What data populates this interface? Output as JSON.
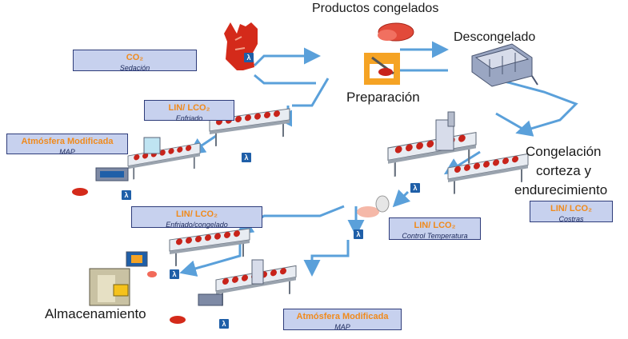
{
  "labels": {
    "productos": "Productos congelados",
    "descongelado": "Descongelado",
    "preparacion": "Preparación",
    "congelacion_1": "Congelación",
    "congelacion_2": "corteza y",
    "congelacion_3": "endurecimiento",
    "almacenamiento": "Almacenamiento"
  },
  "boxes": {
    "co2": {
      "title": "CO₂",
      "sub": "Sedación"
    },
    "lin_enfriado": {
      "title": "LIN/ LCO₂",
      "sub": "Enfriado"
    },
    "atm1": {
      "title": "Atmósfera Modificada",
      "sub": "MAP"
    },
    "lin_congelado": {
      "title": "LIN/ LCO₂",
      "sub": "Enfriado/congelado"
    },
    "lin_costras": {
      "title": "LIN/ LCO₂",
      "sub": "Costras"
    },
    "lin_control": {
      "title": "LIN/ LCO₂",
      "sub": "Control Temperatura"
    },
    "atm2": {
      "title": "Atmósfera Modificada",
      "sub": "MAP"
    }
  },
  "colors": {
    "arrow": "#5aa0da",
    "box_fill": "#c7d1ee",
    "box_title": "#f08a1c",
    "box_sub": "#1d2a5c",
    "meat": "#d42a1a"
  },
  "icons": [
    "liquid-gas-badge-icon",
    "cow-icon",
    "steak-icon",
    "knife-icon",
    "conveyor-icon",
    "tunnel-icon",
    "freezer-icon",
    "package-icon"
  ]
}
